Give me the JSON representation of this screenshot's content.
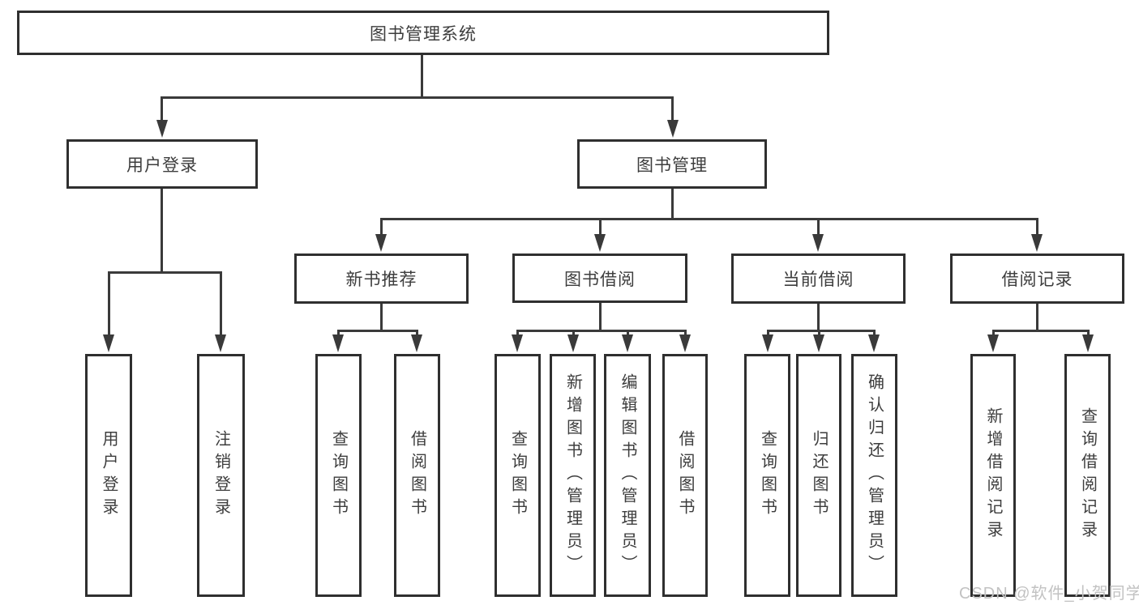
{
  "title": {
    "label": "图书管理系统"
  },
  "level2": {
    "user_login": {
      "label": "用户登录"
    },
    "book_mgmt": {
      "label": "图书管理"
    }
  },
  "level3": {
    "new_books": {
      "label": "新书推荐"
    },
    "book_borrow": {
      "label": "图书借阅"
    },
    "current_borrow": {
      "label": "当前借阅"
    },
    "borrow_records": {
      "label": "借阅记录"
    }
  },
  "leaves": {
    "user_login": {
      "label": "用户登录"
    },
    "logout": {
      "label": "注销登录"
    },
    "query_books_1": {
      "label": "查询图书"
    },
    "borrow_books_1": {
      "label": "借阅图书"
    },
    "query_books_2": {
      "label": "查询图书"
    },
    "add_books": {
      "label": "新增图书（管理员）"
    },
    "edit_books": {
      "label": "编辑图书（管理员）"
    },
    "borrow_books_2": {
      "label": "借阅图书"
    },
    "query_books_3": {
      "label": "查询图书"
    },
    "return_books": {
      "label": "归还图书"
    },
    "confirm_return": {
      "label": "确认归还（管理员）"
    },
    "add_borrow_record": {
      "label": "新增借阅记录"
    },
    "query_borrow_record": {
      "label": "查询借阅记录"
    }
  },
  "watermark": {
    "text": "CSDN @软件_小贺同学"
  },
  "colors": {
    "line": "#3a3a3a",
    "border": "#2f2f2f",
    "text": "#3d3d3d",
    "watermark": "#c2c2c2",
    "background": "#ffffff"
  }
}
